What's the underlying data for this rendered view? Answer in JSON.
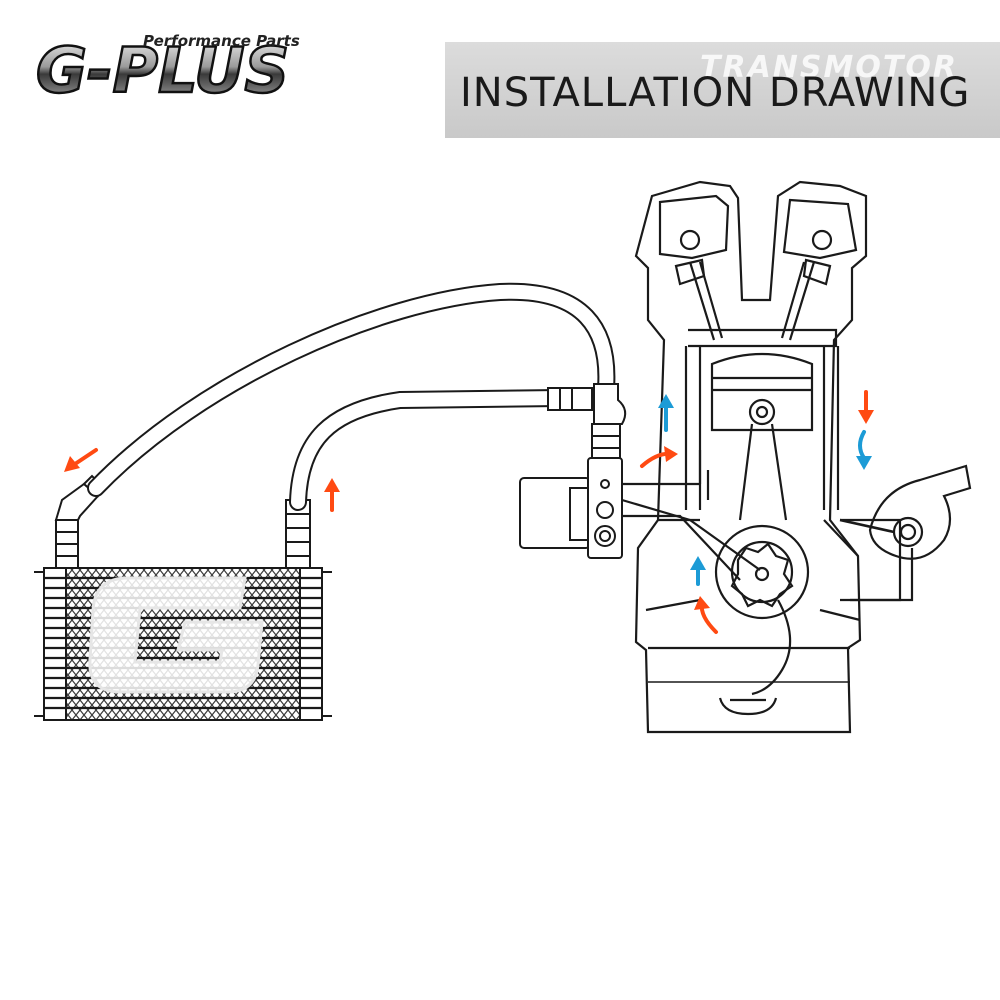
{
  "header": {
    "brand": "G-PLUS",
    "tagline": "Performance Parts",
    "title": "INSTALLATION DRAWING",
    "watermark": "TRANSMOTOR"
  },
  "diagram": {
    "cooler_badge": "G",
    "colors": {
      "line": "#1a1a1a",
      "hot_arrow": "#ff4a12",
      "cold_arrow": "#1c9bd6",
      "banner": "#d3d3d3",
      "cooler_fin": "#3c3c3c"
    }
  }
}
